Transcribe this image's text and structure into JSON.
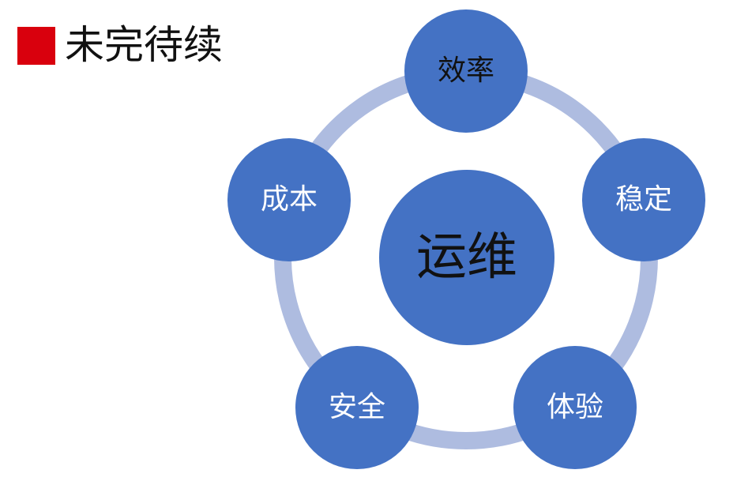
{
  "title": {
    "text": "未完待续"
  },
  "diagram": {
    "center": {
      "label": "运维"
    },
    "nodes": [
      {
        "label": "效率"
      },
      {
        "label": "稳定"
      },
      {
        "label": "体验"
      },
      {
        "label": "安全"
      },
      {
        "label": "成本"
      }
    ]
  },
  "colors": {
    "title_marker": "#d9000d",
    "node_fill": "#4472c4",
    "ring": "#aebce0",
    "node_text": "#ffffff",
    "center_text": "#111111",
    "title_text": "#111111"
  }
}
